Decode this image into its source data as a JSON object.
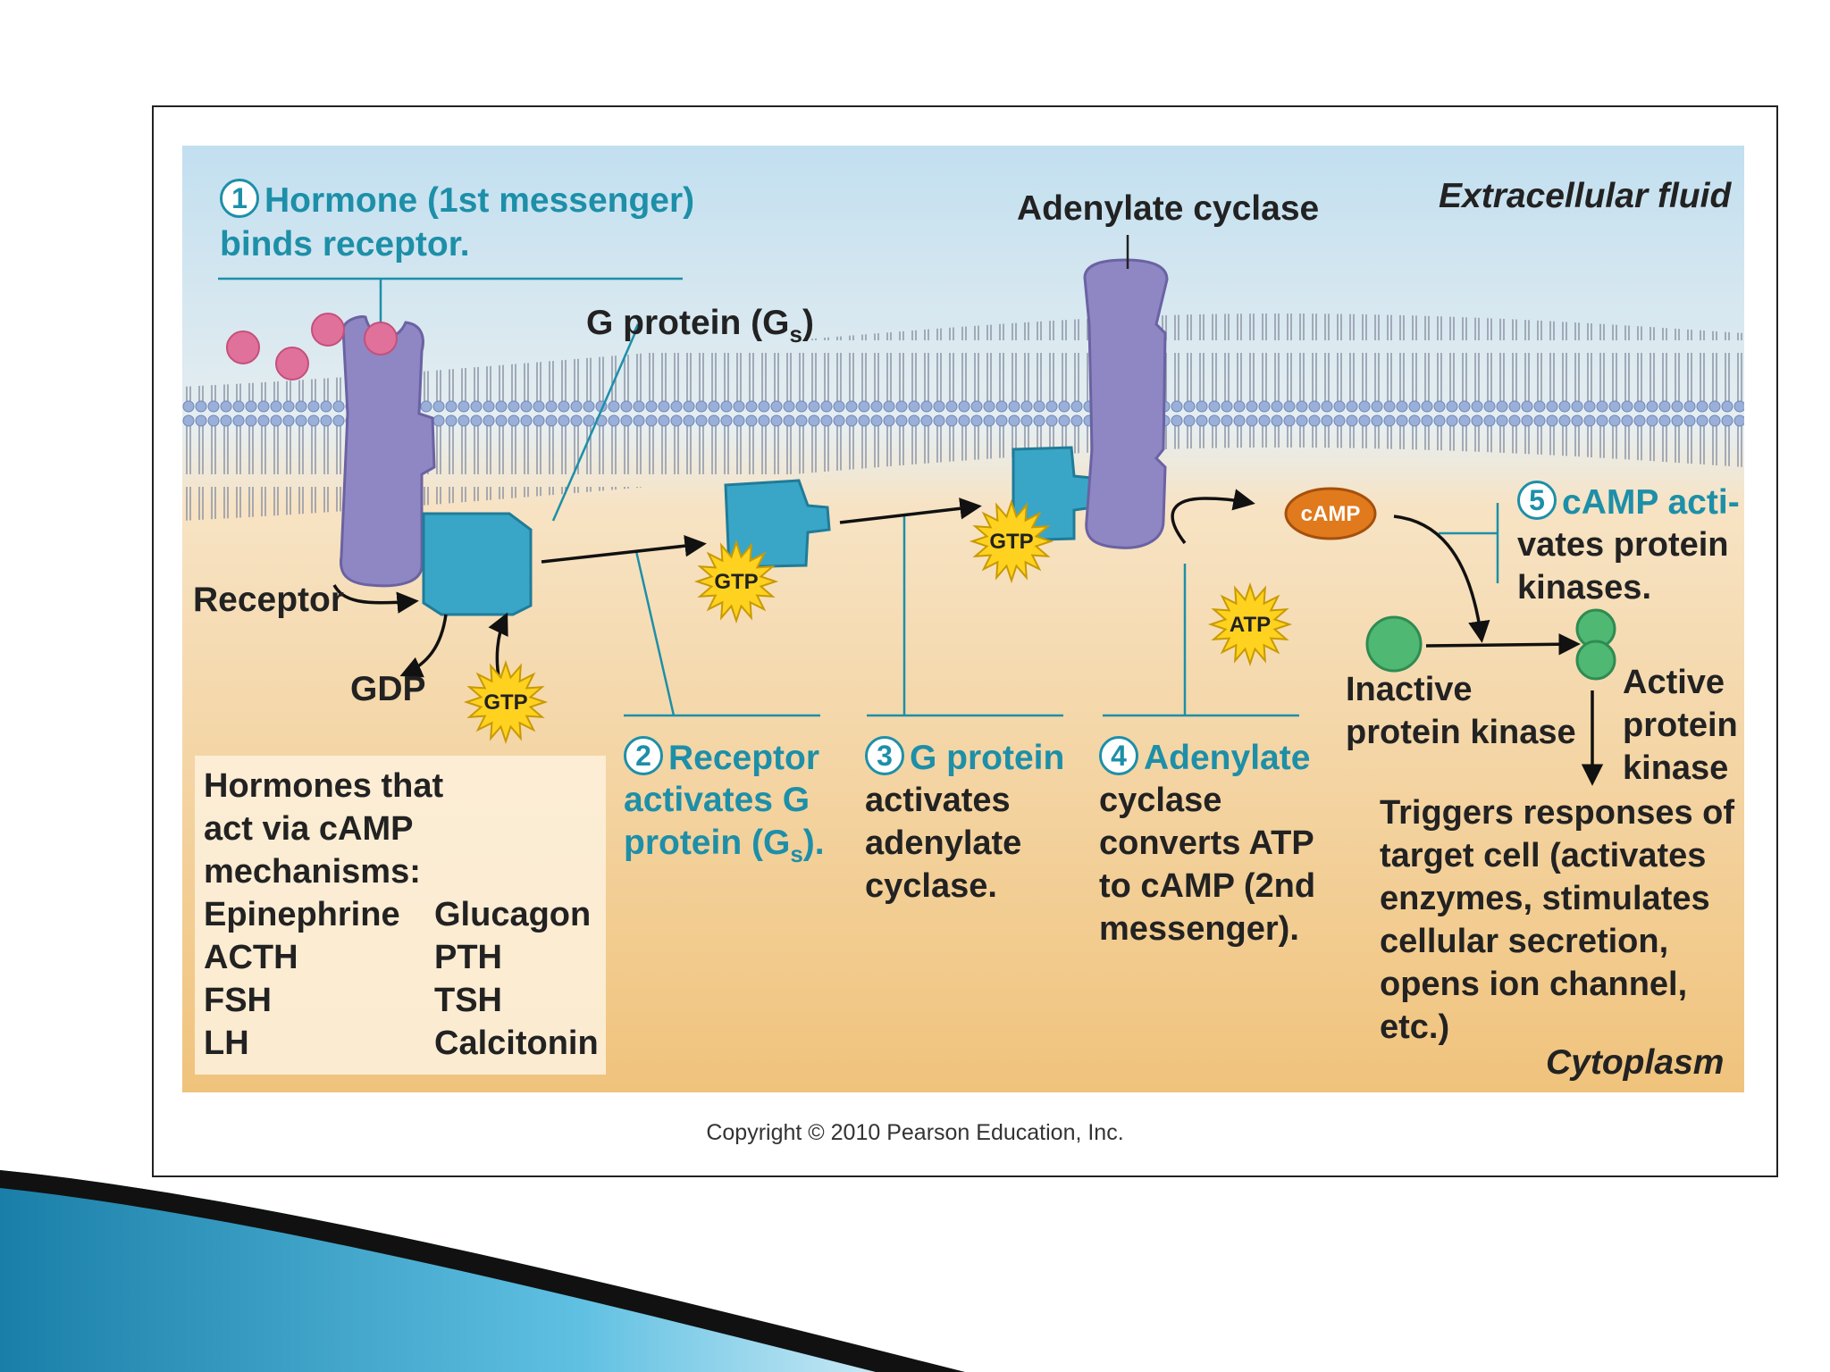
{
  "labels": {
    "hormone": "Hormone (1st messenger)",
    "hormone_line2": "binds receptor.",
    "adenylate_cyclase": "Adenylate cyclase",
    "extracellular": "Extracellular fluid",
    "g_protein": "G protein (G",
    "g_protein_sub": "s",
    "receptor": "Receptor",
    "gdp": "GDP",
    "gtp": "GTP",
    "atp": "ATP",
    "camp": "cAMP",
    "inactive_kinase": [
      "Inactive",
      "protein kinase"
    ],
    "active_kinase": [
      "Active",
      "protein",
      "kinase"
    ],
    "triggers": [
      "Triggers responses of",
      "target cell (activates",
      "enzymes, stimulates",
      "cellular secretion,",
      "opens ion channel,",
      "etc.)"
    ],
    "cytoplasm": "Cytoplasm",
    "copyright": "Copyright © 2010 Pearson Education, Inc."
  },
  "steps": {
    "step1_num": "1",
    "step2_num": "2",
    "step2": [
      "Receptor",
      "activates G",
      "protein (G"
    ],
    "step2_sub": "s",
    "step2_end": ").",
    "step3_num": "3",
    "step3": [
      "G protein",
      "activates",
      "adenylate",
      "cyclase."
    ],
    "step4_num": "4",
    "step4": [
      "Adenylate",
      "cyclase",
      "converts ATP",
      "to cAMP (2nd",
      "messenger)."
    ],
    "step5_num": "5",
    "step5": [
      "cAMP acti-",
      "vates protein",
      "kinases."
    ]
  },
  "hormone_box": {
    "heading": [
      "Hormones that",
      "act via cAMP",
      "mechanisms:"
    ],
    "col1": [
      "Epinephrine",
      "ACTH",
      "FSH",
      "LH"
    ],
    "col2": [
      "Glucagon",
      "PTH",
      "TSH",
      "Calcitonin"
    ]
  },
  "colors": {
    "teal_text": "#1d8fa8",
    "receptor": "#8f86c4",
    "g_protein": "#3aa6c7",
    "hormone": "#e0719a",
    "gtp_burst": "#ffd21f",
    "camp": "#e07a1c",
    "kinase": "#4fb873",
    "cytoplasm": "#f2c27e",
    "extracellular": "#c2dff0"
  }
}
